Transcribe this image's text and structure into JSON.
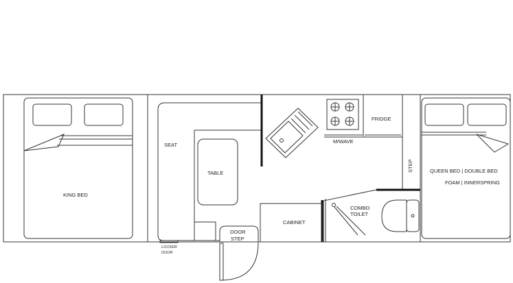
{
  "labels": {
    "king_bed": "KING BED",
    "seat": "SEAT",
    "table": "TABLE",
    "microwave": "M/WAVE",
    "fridge": "FRIDGE",
    "step": "STEP",
    "queen_bed_line1": "QUEEN BED   |   DOUBLE BED",
    "queen_bed_line2": "FOAM   |   INNERSPRING",
    "combo_toilet_line1": "COMBO",
    "combo_toilet_line2": "TOILET",
    "cabinet": "CABINET",
    "door_step_line1": "DOOR",
    "door_step_line2": "STEP",
    "locker_door_line1": "LOCKER",
    "locker_door_line2": "DOOR"
  }
}
